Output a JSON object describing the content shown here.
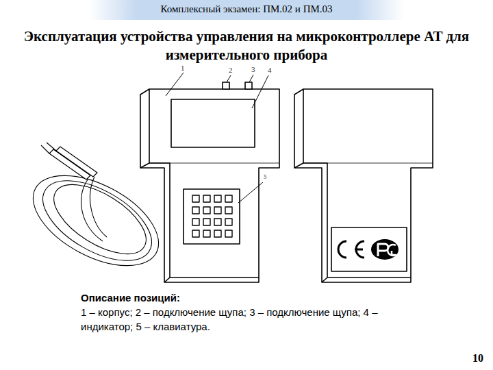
{
  "diagram": {
    "title": "Эксплуатация устройства управления на микроконтроллере AT для измерительного прибора",
    "nodes": [
      {
        "text": [
          "Комплексный экзамен: ПМ.02 и ПМ.03"
        ]
      }
    ],
    "labels": [
      "1",
      "2",
      "3",
      "4",
      "5",
      "Описание позиций:",
      "1 – корпус; 2 – подключение щупа; 3 – подключение щупа; 4 – индикатор; 5 – клавиатура.",
      "10"
    ]
  }
}
